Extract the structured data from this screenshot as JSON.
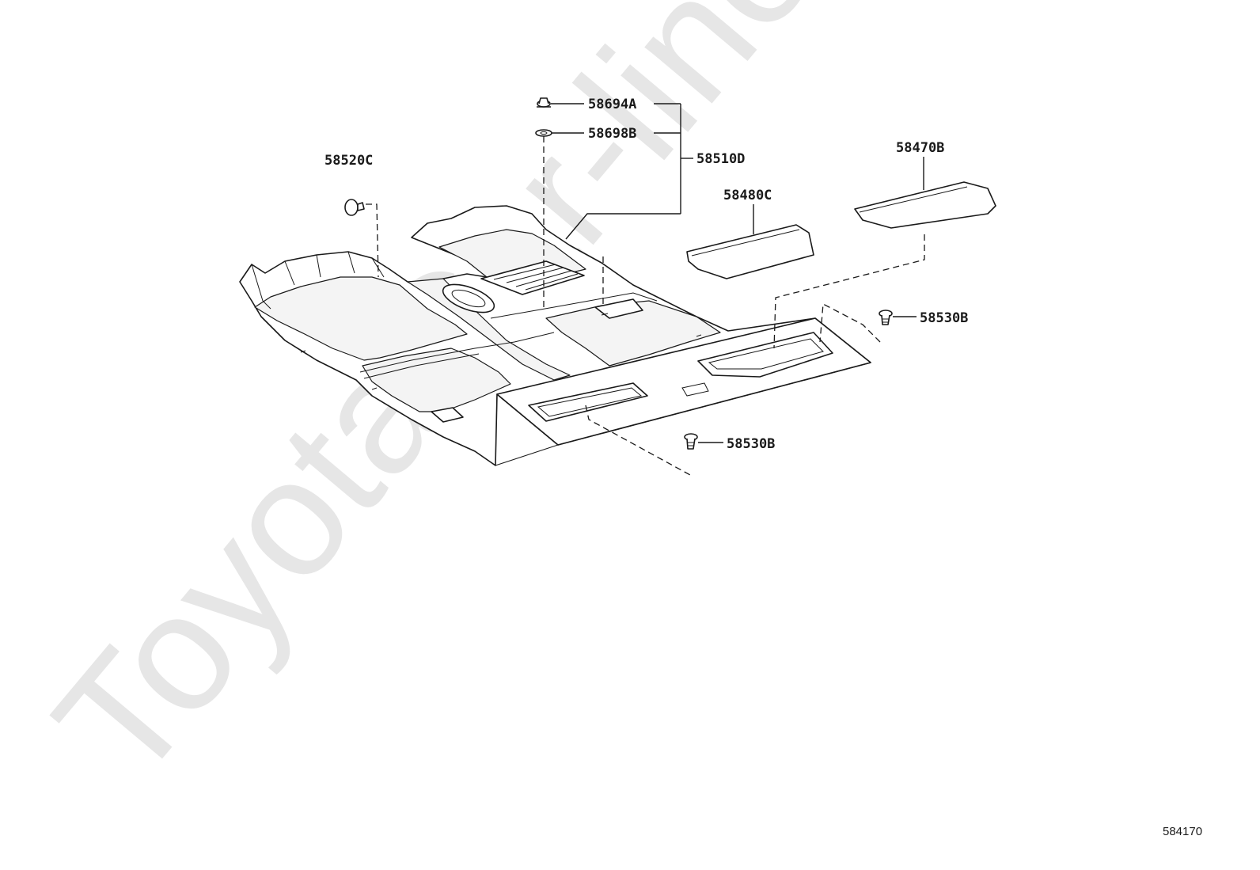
{
  "watermark": "ToyotaCar-line.ru",
  "diagram_code": "584170",
  "callouts": {
    "clip_58694A": "58694A",
    "washer_58698B": "58698B",
    "carpet_58510D": "58510D",
    "clip_58520C": "58520C",
    "mat_58480C": "58480C",
    "mat_58470B": "58470B",
    "clip_58530B_right": "58530B",
    "clip_58530B_bottom": "58530B"
  }
}
